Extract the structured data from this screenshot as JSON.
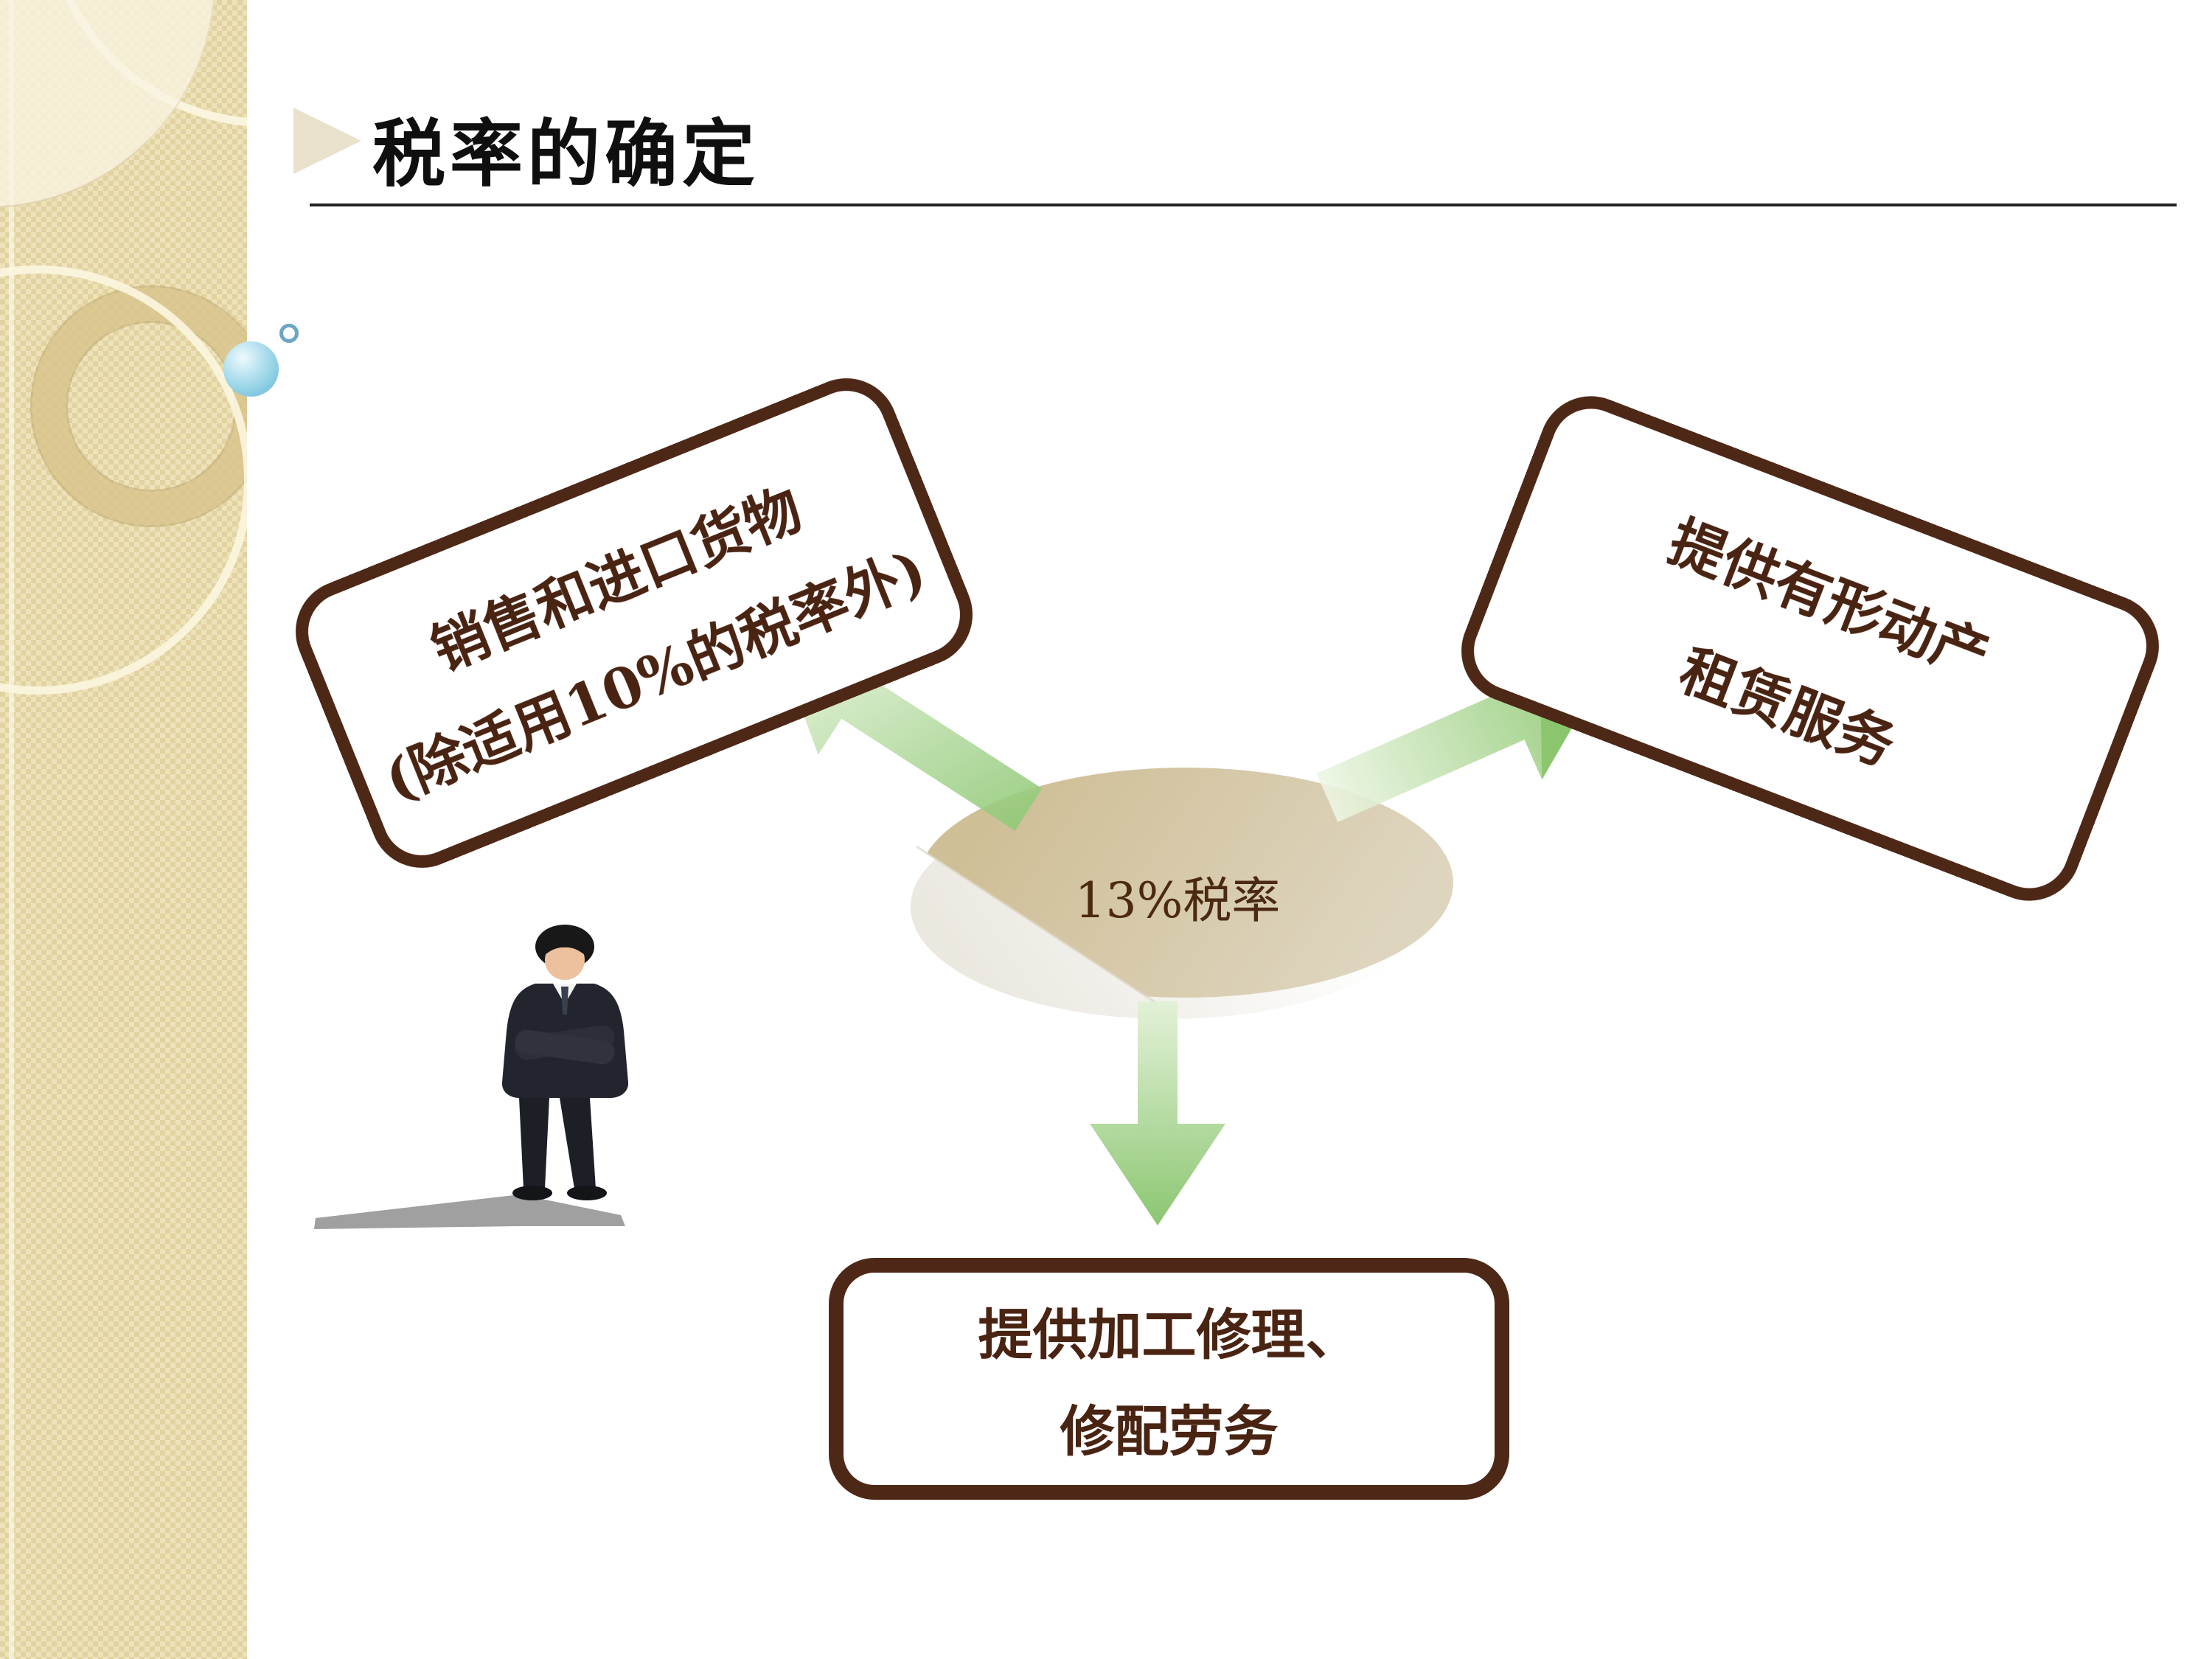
{
  "title": "税率的确定",
  "center": {
    "label": "13%税率"
  },
  "boxes": {
    "top_left": {
      "line1": "销售和进口货物",
      "line2": "(除适用10%的税率外)"
    },
    "top_right": {
      "line1": "提供有形动产",
      "line2": "租赁服务"
    },
    "bottom": {
      "line1": "提供加工修理、",
      "line2": "修配劳务"
    }
  },
  "icons": {
    "title_bullet": "right-pointing-triangle",
    "arrows": [
      "arrow-up-left",
      "arrow-up-right",
      "arrow-down"
    ],
    "photo": "businessman-standing-arms-crossed"
  },
  "colors": {
    "box_border": "#4e2817",
    "box_text": "#4a2413",
    "title_text": "#0f0f0f",
    "arrow_light_green": "#e6f3da",
    "arrow_dark_green": "#7cbf5e",
    "ellipse_tan": "#d2c3a0",
    "ellipse_tan_light": "#dcd3bc",
    "sidebar_beige": "#e9dcab",
    "sphere_blue": "#8ecfe4",
    "suit_dark": "#23252e"
  }
}
